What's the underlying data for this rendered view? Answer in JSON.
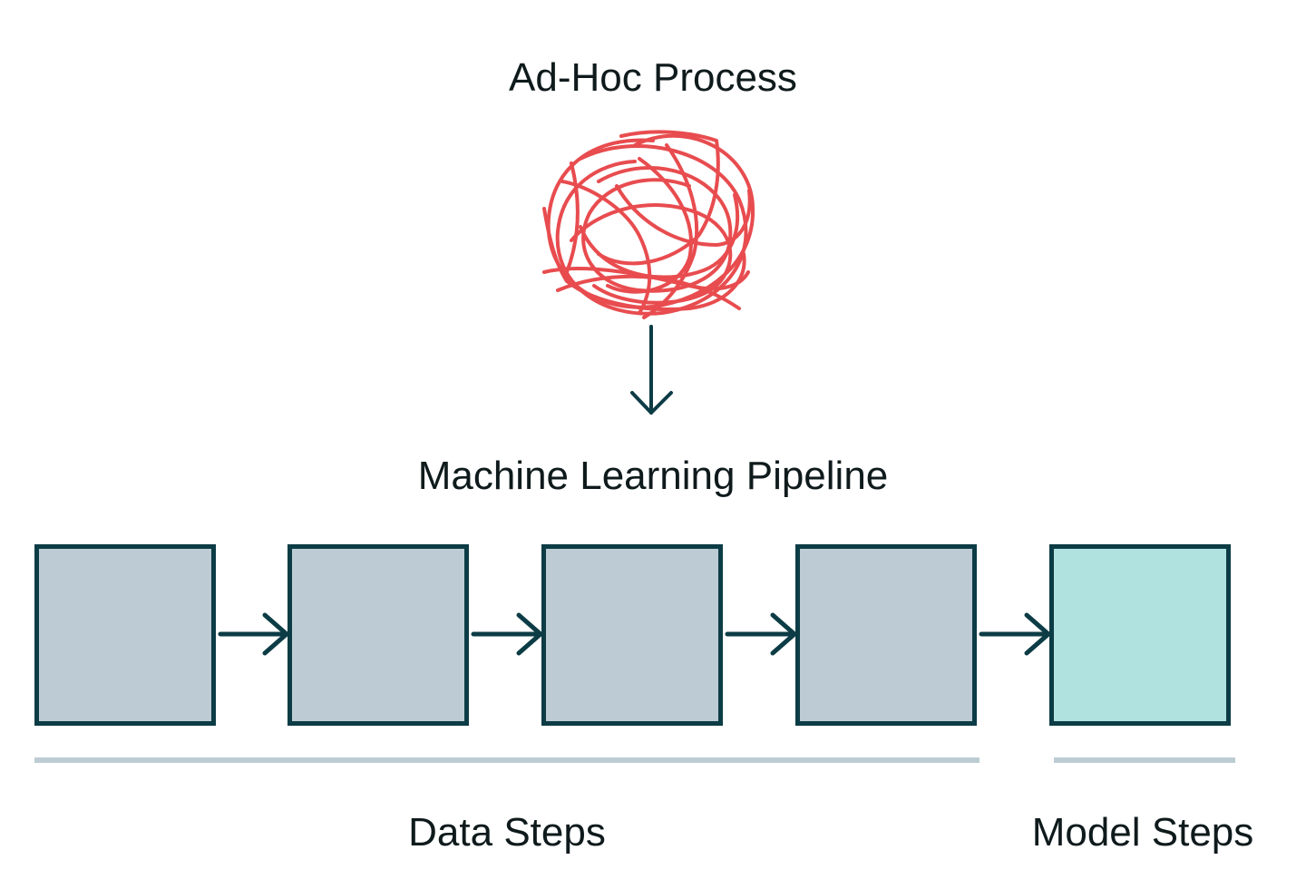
{
  "diagram": {
    "top_title": "Ad-Hoc Process",
    "pipeline_title": "Machine Learning Pipeline",
    "group_labels": {
      "data": "Data Steps",
      "model": "Model Steps"
    },
    "steps": [
      {
        "kind": "data"
      },
      {
        "kind": "data"
      },
      {
        "kind": "data"
      },
      {
        "kind": "data"
      },
      {
        "kind": "model"
      }
    ],
    "colors": {
      "data_step_fill": "#bdccd4",
      "model_step_fill": "#b0e2e0",
      "outline": "#0c3c45",
      "scribble": "#e84c4f",
      "group_bar": "#bdccd4"
    }
  }
}
